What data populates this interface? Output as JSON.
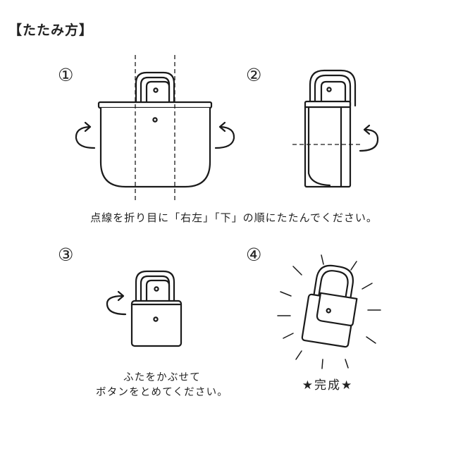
{
  "title": "【たたみ方】",
  "steps": [
    {
      "number": "①"
    },
    {
      "number": "②"
    },
    {
      "number": "③"
    },
    {
      "number": "④"
    }
  ],
  "instructions": {
    "steps_1_2": "点線を折り目に「右左」「下」の順にたたんでください。",
    "step_3": [
      "ふたをかぶせて",
      "ボタンをとめてください。"
    ],
    "step_4": "★完成★"
  },
  "colors": {
    "line": "#1a1a1a",
    "background": "#ffffff"
  },
  "icons": [
    "curved-arrow-icon",
    "snap-button-icon",
    "sparkle-rays-icon",
    "bag-handle-icon"
  ]
}
